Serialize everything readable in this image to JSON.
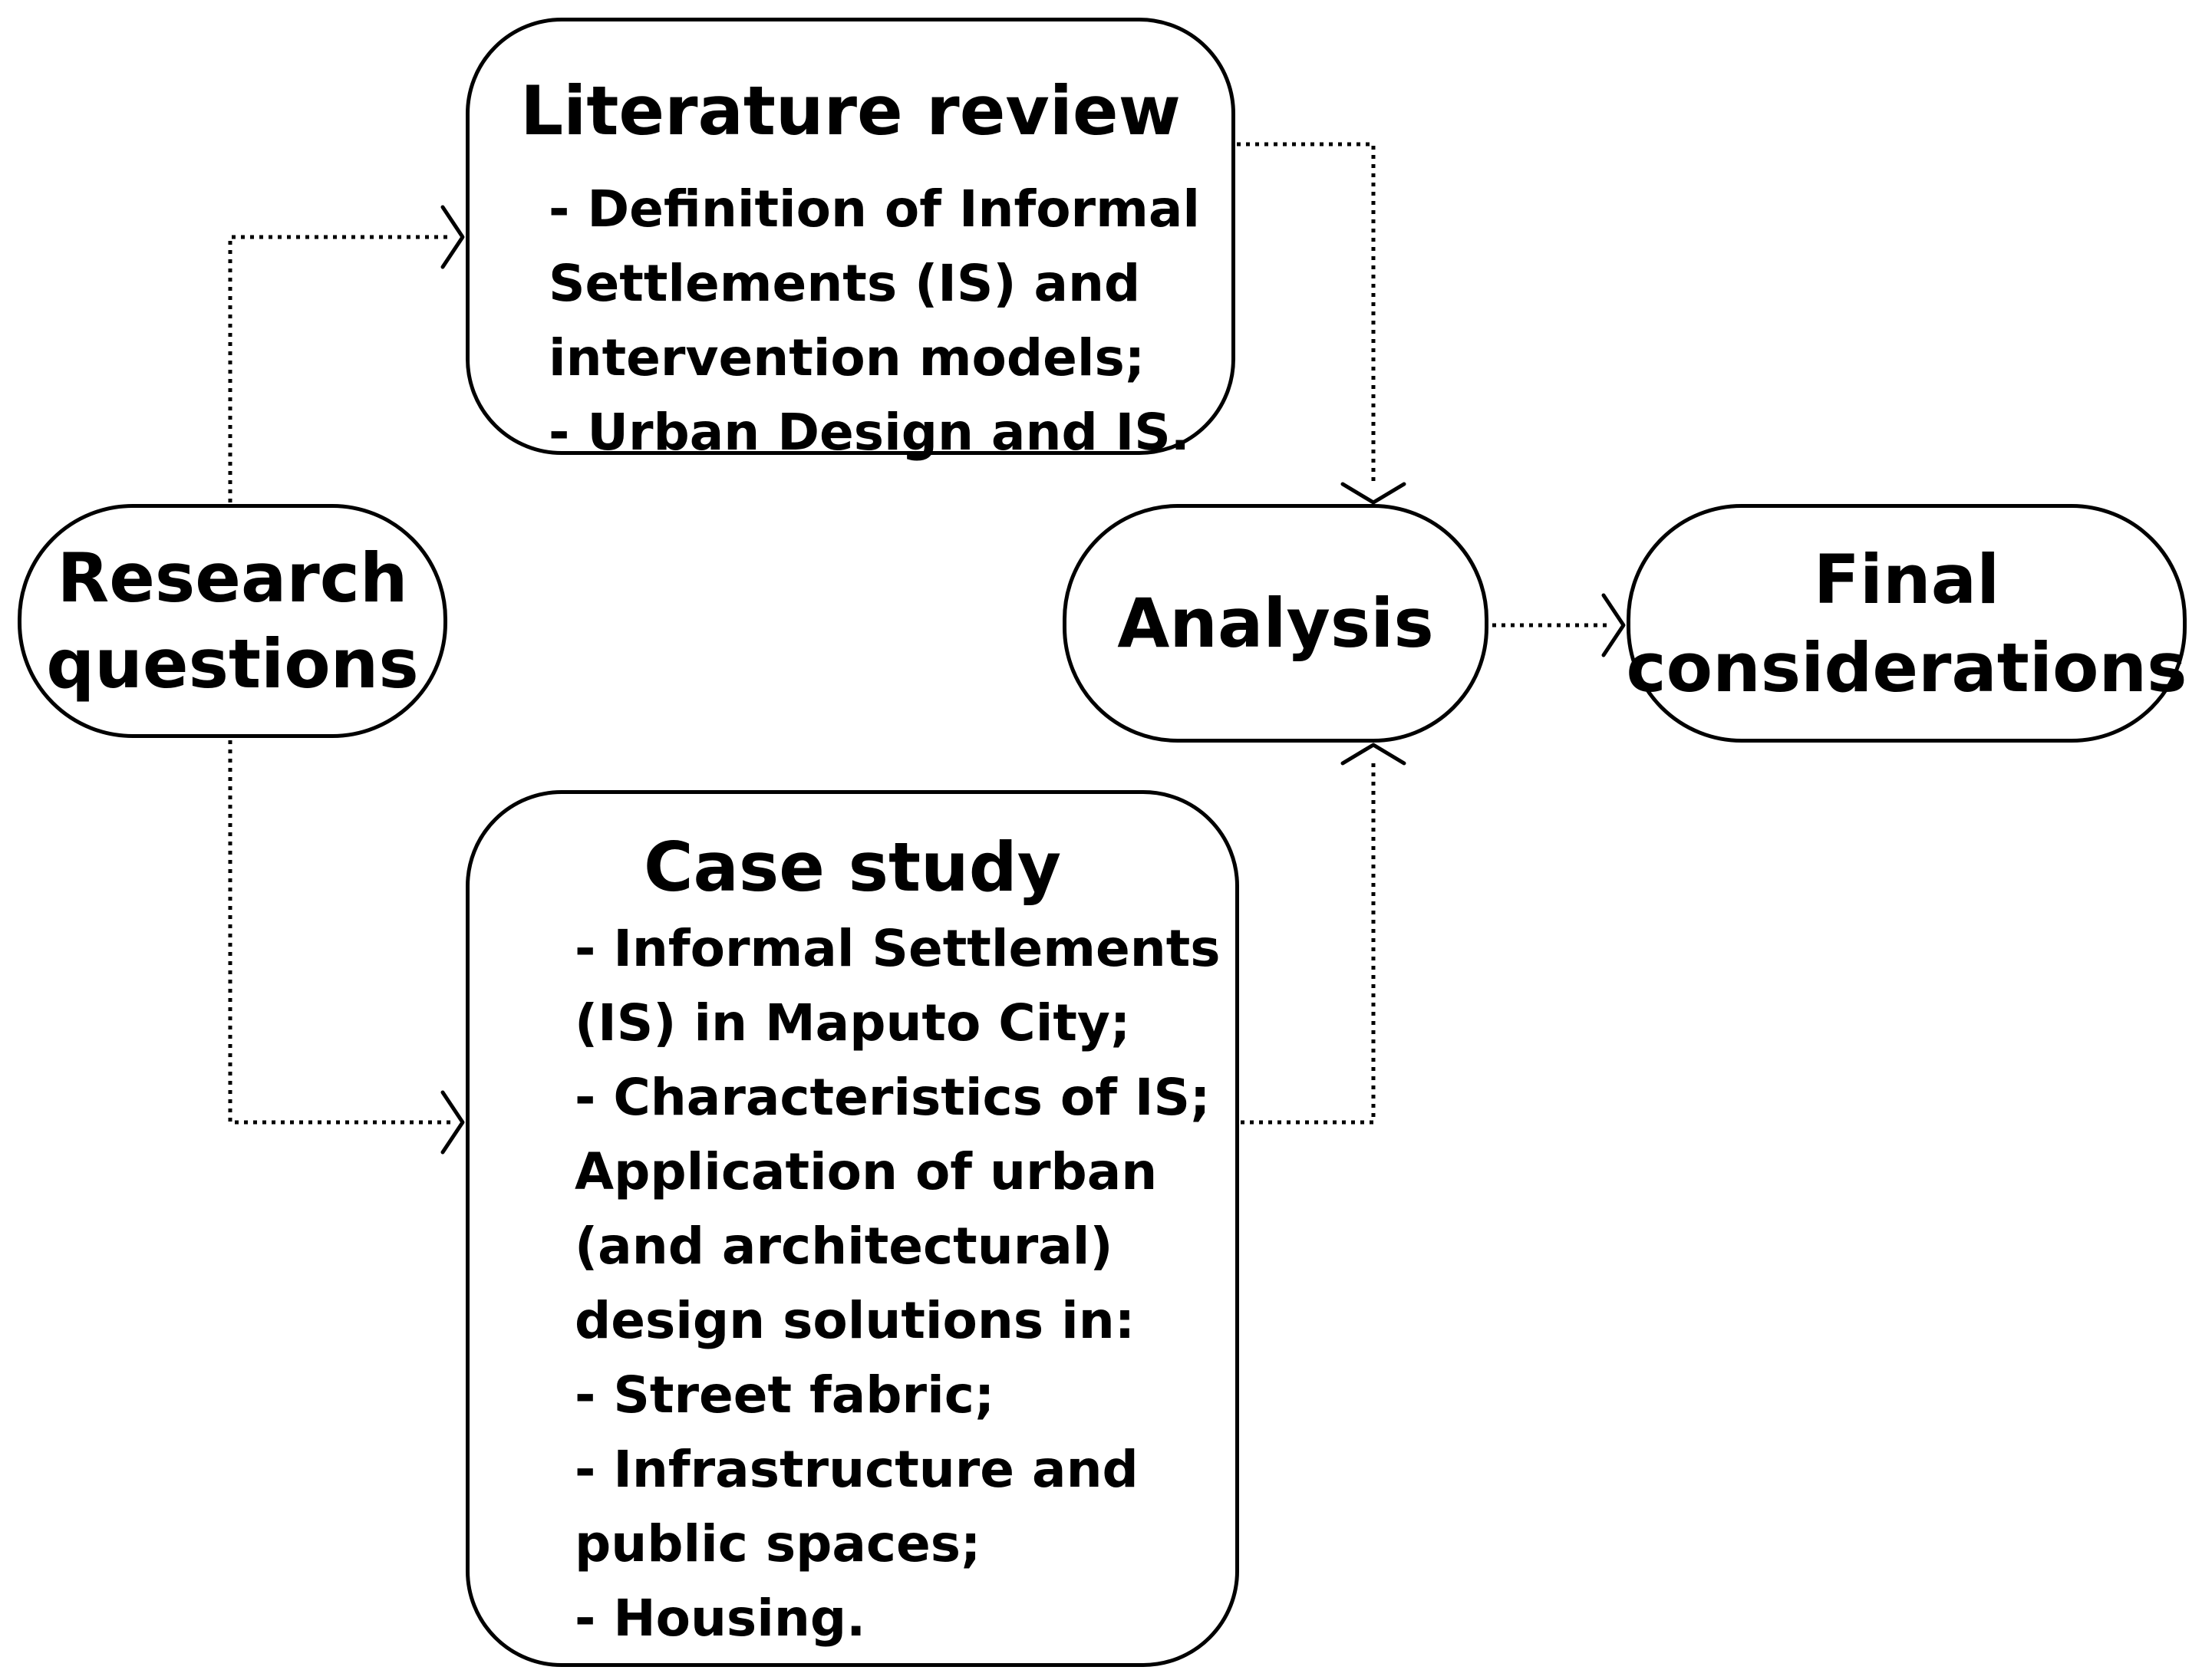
{
  "diagram": {
    "research": {
      "title": "Research\nquestions"
    },
    "literature": {
      "title": "Literature review",
      "body": "- Definition of Informal\nSettlements (IS) and\nintervention models;\n- Urban Design and IS."
    },
    "case_study": {
      "title": "Case study",
      "body": "- Informal Settlements\n(IS) in Maputo City;\n- Characteristics of IS;\nApplication of urban\n(and architectural)\ndesign solutions in:\n- Street fabric;\n- Infrastructure and\npublic spaces;\n- Housing."
    },
    "analysis": {
      "title": "Analysis"
    },
    "final": {
      "title": "Final\nconsiderations"
    }
  }
}
